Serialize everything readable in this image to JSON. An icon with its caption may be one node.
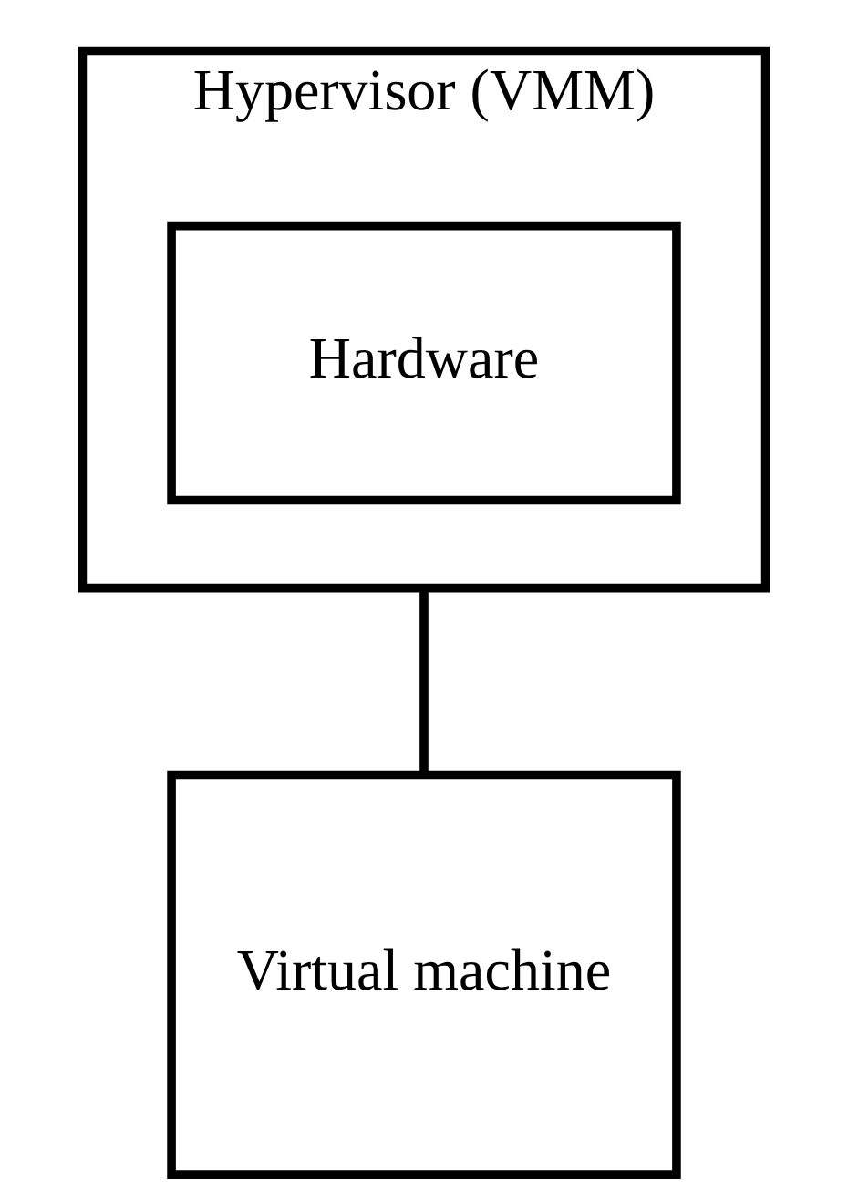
{
  "diagram": {
    "nodes": [
      {
        "text": [
          "Hypervisor (VMM)"
        ]
      },
      {
        "text": [
          "Hardware"
        ],
        "in": 0
      },
      {
        "text": [
          "Virtual machine"
        ]
      }
    ],
    "edges": [
      {
        "from": 0,
        "to": 2,
        "arrow": "none"
      }
    ]
  }
}
